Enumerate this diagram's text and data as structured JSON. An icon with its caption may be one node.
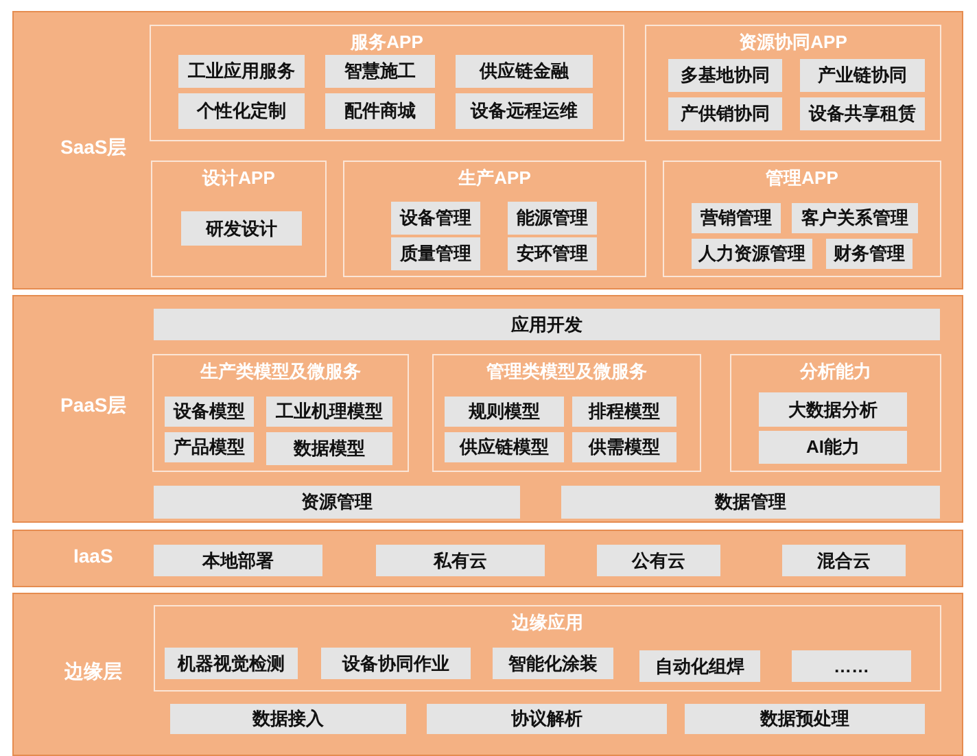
{
  "diagram": {
    "nodes": [
      {
        "text": [
          "SaaS层"
        ]
      },
      {
        "text": [
          "服务APP"
        ],
        "in": 0
      },
      {
        "text": [
          "工业应用服务"
        ],
        "in": 1
      },
      {
        "text": [
          "智慧施工"
        ],
        "in": 1
      },
      {
        "text": [
          "供应链金融"
        ],
        "in": 1
      },
      {
        "text": [
          "个性化定制"
        ],
        "in": 1
      },
      {
        "text": [
          "配件商城"
        ],
        "in": 1
      },
      {
        "text": [
          "设备远程运维"
        ],
        "in": 1
      },
      {
        "text": [
          "资源协同APP"
        ],
        "in": 0
      },
      {
        "text": [
          "多基地协同"
        ],
        "in": 8
      },
      {
        "text": [
          "产业链协同"
        ],
        "in": 8
      },
      {
        "text": [
          "产供销协同"
        ],
        "in": 8
      },
      {
        "text": [
          "设备共享租赁"
        ],
        "in": 8
      },
      {
        "text": [
          "设计APP"
        ],
        "in": 0
      },
      {
        "text": [
          "研发设计"
        ],
        "in": 13
      },
      {
        "text": [
          "生产APP"
        ],
        "in": 0
      },
      {
        "text": [
          "设备管理"
        ],
        "in": 15
      },
      {
        "text": [
          "能源管理"
        ],
        "in": 15
      },
      {
        "text": [
          "质量管理"
        ],
        "in": 15
      },
      {
        "text": [
          "安环管理"
        ],
        "in": 15
      },
      {
        "text": [
          "管理APP"
        ],
        "in": 0
      },
      {
        "text": [
          "营销管理"
        ],
        "in": 20
      },
      {
        "text": [
          "客户关系管理"
        ],
        "in": 20
      },
      {
        "text": [
          "人力资源管理"
        ],
        "in": 20
      },
      {
        "text": [
          "财务管理"
        ],
        "in": 20
      },
      {
        "text": [
          "PaaS层"
        ]
      },
      {
        "text": [
          "应用开发"
        ],
        "in": 25
      },
      {
        "text": [
          "生产类模型及微服务"
        ],
        "in": 25
      },
      {
        "text": [
          "设备模型"
        ],
        "in": 27
      },
      {
        "text": [
          "工业机理模型"
        ],
        "in": 27
      },
      {
        "text": [
          "产品模型"
        ],
        "in": 27
      },
      {
        "text": [
          "数据模型"
        ],
        "in": 27
      },
      {
        "text": [
          "管理类模型及微服务"
        ],
        "in": 25
      },
      {
        "text": [
          "规则模型"
        ],
        "in": 32
      },
      {
        "text": [
          "排程模型"
        ],
        "in": 32
      },
      {
        "text": [
          "供应链模型"
        ],
        "in": 32
      },
      {
        "text": [
          "供需模型"
        ],
        "in": 32
      },
      {
        "text": [
          "分析能力"
        ],
        "in": 25
      },
      {
        "text": [
          "大数据分析"
        ],
        "in": 37
      },
      {
        "text": [
          "AI能力"
        ],
        "in": 37
      },
      {
        "text": [
          "资源管理"
        ],
        "in": 25
      },
      {
        "text": [
          "数据管理"
        ],
        "in": 25
      },
      {
        "text": [
          "IaaS"
        ]
      },
      {
        "text": [
          "本地部署"
        ],
        "in": 42
      },
      {
        "text": [
          "私有云"
        ],
        "in": 42
      },
      {
        "text": [
          "公有云"
        ],
        "in": 42
      },
      {
        "text": [
          "混合云"
        ],
        "in": 42
      },
      {
        "text": [
          "边缘层"
        ]
      },
      {
        "text": [
          "边缘应用"
        ],
        "in": 47
      },
      {
        "text": [
          "机器视觉检测"
        ],
        "in": 48
      },
      {
        "text": [
          "设备协同作业"
        ],
        "in": 48
      },
      {
        "text": [
          "智能化涂装"
        ],
        "in": 48
      },
      {
        "text": [
          "自动化组焊"
        ],
        "in": 48
      },
      {
        "text": [
          "……"
        ],
        "in": 48
      },
      {
        "text": [
          "数据接入"
        ],
        "in": 47
      },
      {
        "text": [
          "协议解析"
        ],
        "in": 47
      },
      {
        "text": [
          "数据预处理"
        ],
        "in": 47
      }
    ]
  }
}
